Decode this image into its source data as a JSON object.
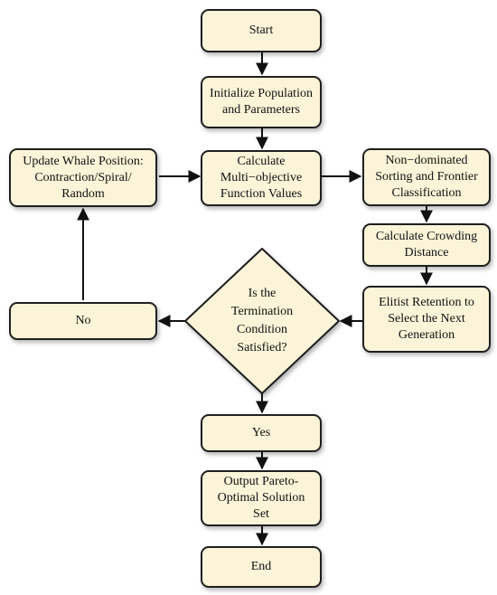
{
  "nodes": {
    "start": "Start",
    "init": "Initialize Population\nand Parameters",
    "calc_obj": "Calculate\nMulti−objective\nFunction Values",
    "nds": "Non−dominated\nSorting and Frontier\nClassification",
    "crowding": "Calculate Crowding\nDistance",
    "elitist": "Elitist Retention to\nSelect the Next\nGeneration",
    "termination": "Is the\nTermination\nCondition\nSatisfied?",
    "no": "No",
    "update_whale": "Update Whale Position:\nContraction/Spiral/\nRandom",
    "yes": "Yes",
    "output": "Output Pareto-\nOptimal Solution Set",
    "end": "End"
  },
  "colors": {
    "box_fill": "#fbf4d8",
    "box_border": "#1f1f1f",
    "arrow": "#111111"
  }
}
